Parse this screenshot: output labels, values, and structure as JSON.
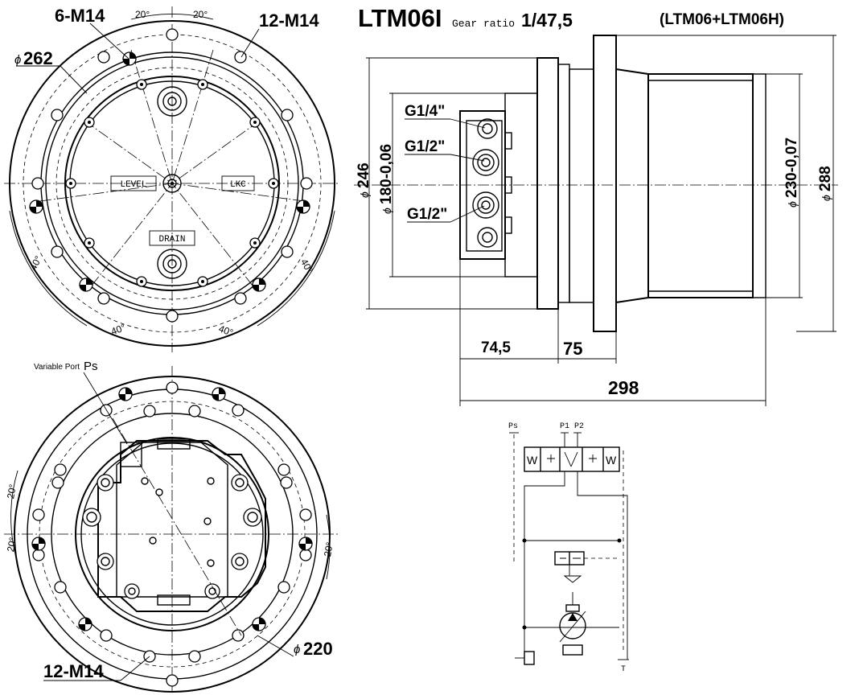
{
  "title": {
    "model": "LTM06I",
    "gear_ratio_label": "Gear ratio",
    "gear_ratio_value": "1/47,5",
    "variant": "(LTM06+LTM06H)"
  },
  "front_view": {
    "thread_top_left": "6-M14",
    "thread_top_right": "12-M14",
    "diameter_label": "262",
    "angle_left": "20°",
    "angle_right": "20°",
    "angle_low_left": "40°",
    "angle_low_right": "40°",
    "angle_bottom_left": "40°",
    "angle_bottom_right": "40°",
    "port_level": "LEVEL",
    "port_lkc": "LKC",
    "port_drain": "DRAIN"
  },
  "back_view": {
    "variable_port_label": "Variable Port",
    "variable_port_symbol": "Ps",
    "thread_label": "12-M14",
    "diameter_label": "220",
    "angle_left_top": "20°",
    "angle_left_bottom": "20°",
    "angle_right": "20°"
  },
  "side_view": {
    "port_g14": "G1/4\"",
    "port_g12_a": "G1/2\"",
    "port_g12_b": "G1/2\"",
    "dia_246": "246",
    "dia_180": "180-0,06",
    "dia_230": "230-0,07",
    "dia_288": "288",
    "len_745": "74,5",
    "len_75": "75",
    "len_298": "298"
  },
  "schematic": {
    "port_ps": "Ps",
    "port_p1": "P1",
    "port_p2": "P2",
    "port_t": "T",
    "spring_left": "W",
    "spring_right": "W"
  }
}
